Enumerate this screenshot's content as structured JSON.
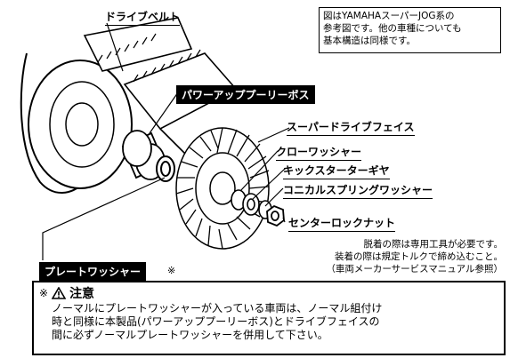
{
  "labels": {
    "drive_belt": "ドライブベルト",
    "power_up_pulley_boss": "パワーアッププーリーボス",
    "super_drive_face": "スーパードライブフェイス",
    "claw_washer": "クローワッシャー",
    "kick_starter_gear": "キックスターターギヤ",
    "conical_spring_washer": "コニカルスプリングワッシャー",
    "center_lock_nut": "センターロックナット",
    "plate_washer": "プレートワッシャー",
    "plate_washer_mark": "※"
  },
  "reference_note": [
    "図はYAMAHAスーパーJOG系の",
    "参考図です。他の車種についても",
    "基本構造は同様です。"
  ],
  "tool_note": [
    "脱着の際は専用工具が必要です。",
    "装着の際は規定トルクで締め込むこと。",
    "（車両メーカーサービスマニュアル参照）"
  ],
  "caution": {
    "mark": "※",
    "title": "注意",
    "lines": [
      "ノーマルにプレートワッシャーが入っている車両は、ノーマル組付け",
      "時と同様に本製品(パワーアッププーリーボス)とドライブフェイスの",
      "間に必ずノーマルプレートワッシャーを併用して下さい。"
    ]
  }
}
